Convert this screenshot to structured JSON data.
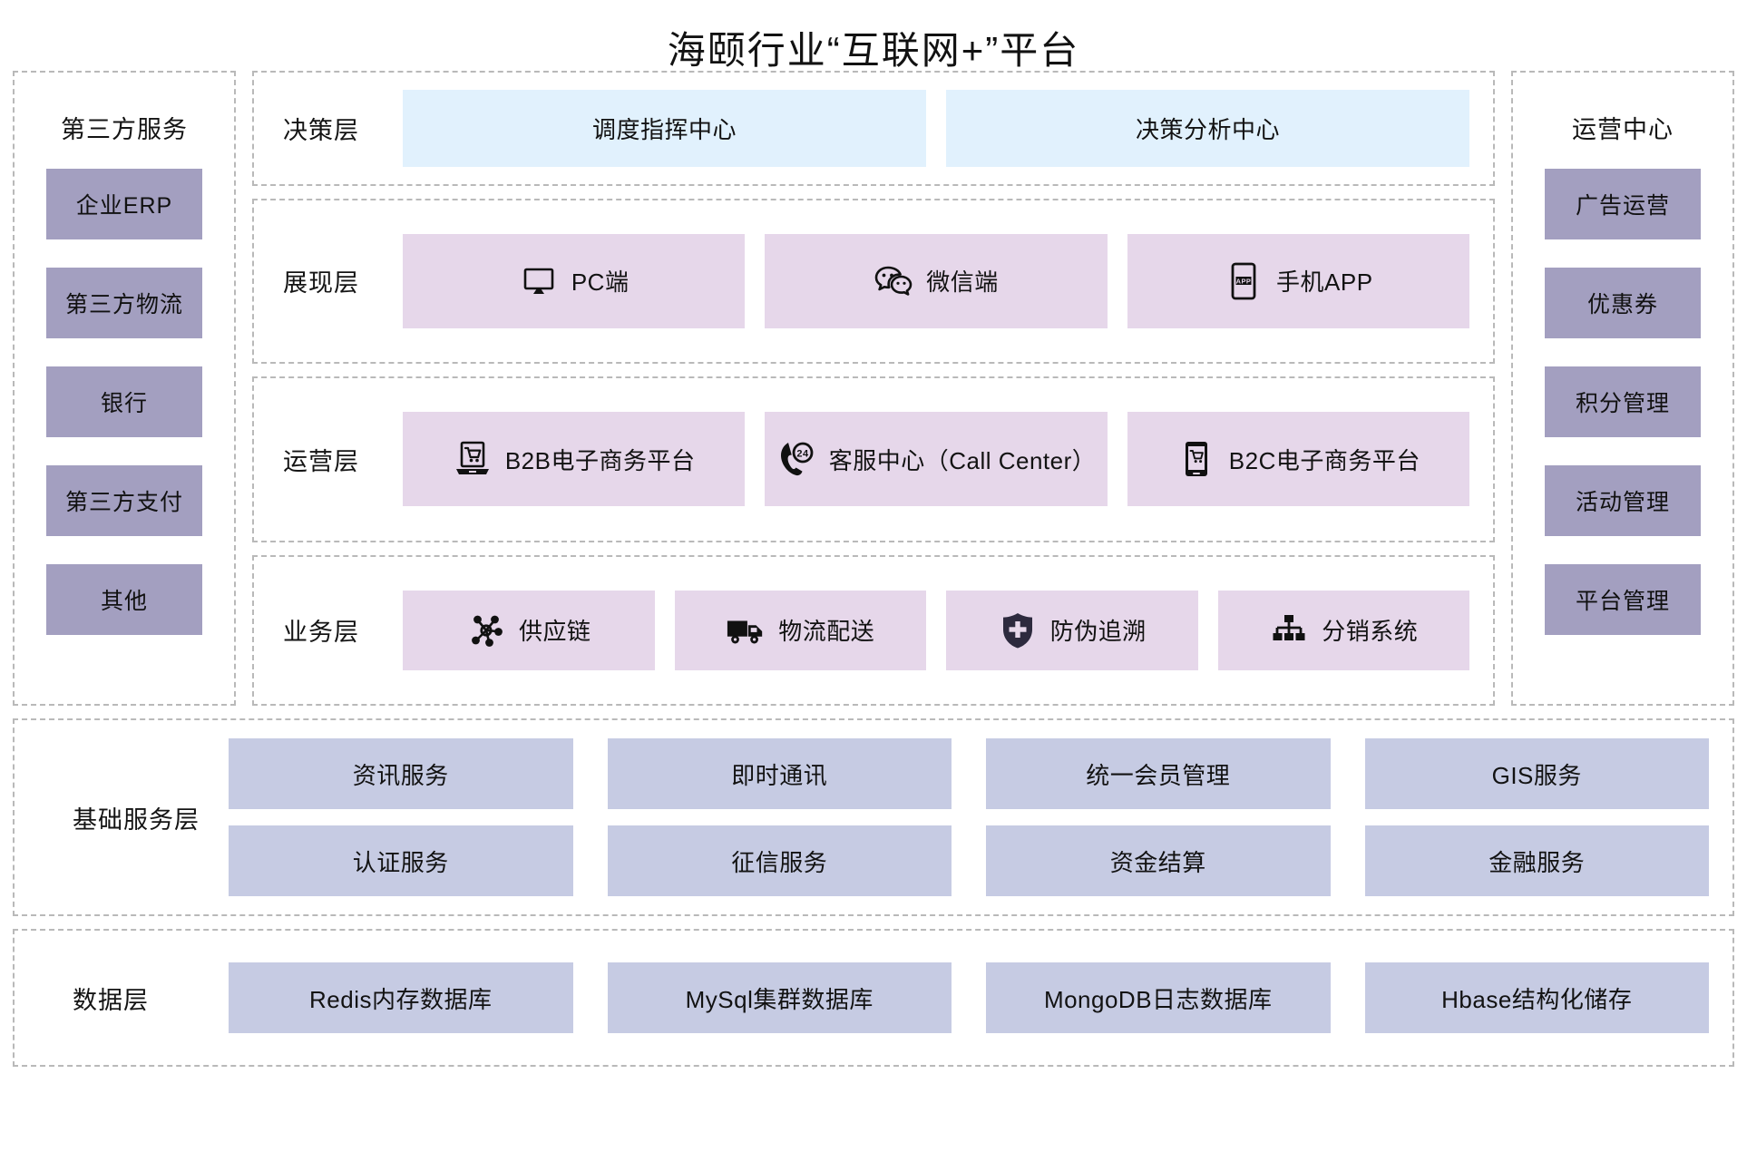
{
  "title": "海颐行业“互联网+”平台",
  "colors": {
    "purple_box": "#a39fc0",
    "blue_box": "#e1f1fd",
    "pink_box": "#e6d7ea",
    "lavender_box": "#c6cbe3",
    "dashed_border": "#b9b9b9"
  },
  "left_panel": {
    "title": "第三方服务",
    "items": [
      {
        "label": "企业ERP"
      },
      {
        "label": "第三方物流"
      },
      {
        "label": "银行"
      },
      {
        "label": "第三方支付"
      },
      {
        "label": "其他"
      }
    ]
  },
  "right_panel": {
    "title": "运营中心",
    "items": [
      {
        "label": "广告运营"
      },
      {
        "label": "优惠券"
      },
      {
        "label": "积分管理"
      },
      {
        "label": "活动管理"
      },
      {
        "label": "平台管理"
      }
    ]
  },
  "layers": [
    {
      "label": "决策层",
      "cells": [
        {
          "label": "调度指挥中心",
          "icon": null
        },
        {
          "label": "决策分析中心",
          "icon": null
        }
      ]
    },
    {
      "label": "展现层",
      "cells": [
        {
          "label": "PC端",
          "icon": "monitor-icon"
        },
        {
          "label": "微信端",
          "icon": "wechat-icon"
        },
        {
          "label": "手机APP",
          "icon": "mobile-app-icon"
        }
      ]
    },
    {
      "label": "运营层",
      "cells": [
        {
          "label": "B2B电子商务平台",
          "icon": "laptop-cart-icon"
        },
        {
          "label": "客服中心（Call Center）",
          "icon": "phone-24-icon"
        },
        {
          "label": "B2C电子商务平台",
          "icon": "mobile-cart-icon"
        }
      ]
    },
    {
      "label": "业务层",
      "cells": [
        {
          "label": "供应链",
          "icon": "supply-network-icon"
        },
        {
          "label": "物流配送",
          "icon": "truck-icon"
        },
        {
          "label": "防伪追溯",
          "icon": "shield-plus-icon"
        },
        {
          "label": "分销系统",
          "icon": "org-tree-icon"
        }
      ]
    }
  ],
  "base_layer": {
    "label": "基础服务层",
    "rows": [
      [
        {
          "label": "资讯服务"
        },
        {
          "label": "即时通讯"
        },
        {
          "label": "统一会员管理"
        },
        {
          "label": "GIS服务"
        }
      ],
      [
        {
          "label": "认证服务"
        },
        {
          "label": "征信服务"
        },
        {
          "label": "资金结算"
        },
        {
          "label": "金融服务"
        }
      ]
    ]
  },
  "data_layer": {
    "label": "数据层",
    "rows": [
      [
        {
          "label": "Redis内存数据库"
        },
        {
          "label": "MySql集群数据库"
        },
        {
          "label": "MongoDB日志数据库"
        },
        {
          "label": "Hbase结构化储存"
        }
      ]
    ]
  }
}
